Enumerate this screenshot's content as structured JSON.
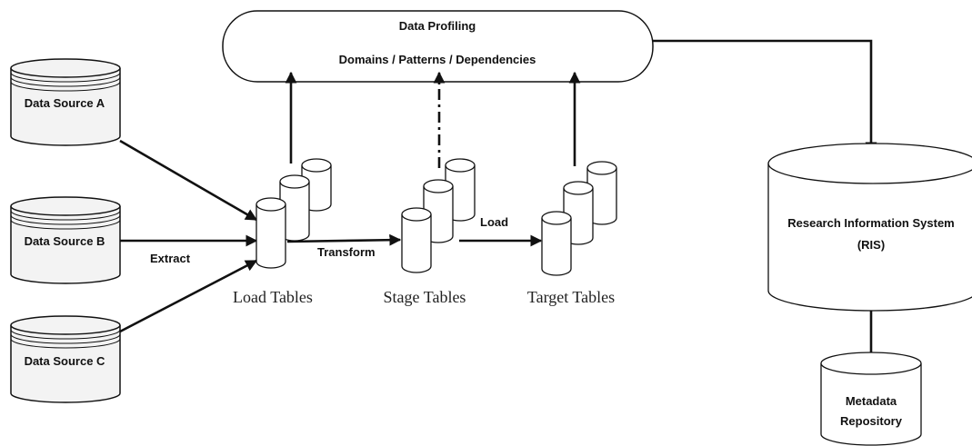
{
  "profiling": {
    "title": "Data Profiling",
    "subtitle": "Domains  / Patterns / Dependencies"
  },
  "sources": [
    {
      "label": "Data Source A"
    },
    {
      "label": "Data Source B"
    },
    {
      "label": "Data Source C"
    }
  ],
  "steps": {
    "extract": "Extract",
    "transform": "Transform",
    "load": "Load"
  },
  "tables": {
    "load": "Load Tables",
    "stage": "Stage Tables",
    "target": "Target Tables"
  },
  "ris": {
    "line1": "Research Information System",
    "line2": "(RIS)"
  },
  "metadata": {
    "line1": "Metadata",
    "line2": "Repository"
  }
}
